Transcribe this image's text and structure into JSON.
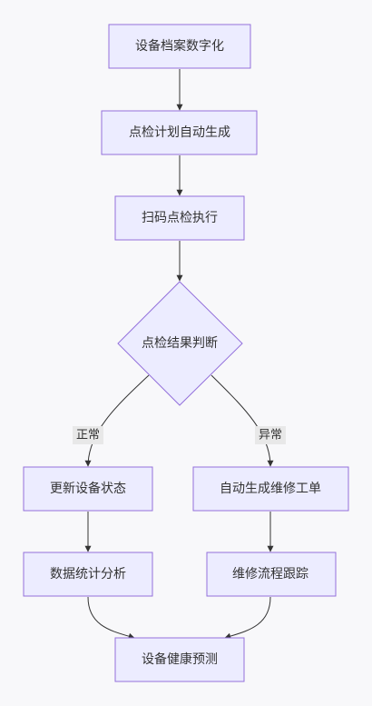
{
  "diagram": {
    "type": "flowchart",
    "nodes": {
      "archive": "设备档案数字化",
      "plan": "点检计划自动生成",
      "scan": "扫码点检执行",
      "judge": "点检结果判断",
      "update": "更新设备状态",
      "workorder": "自动生成维修工单",
      "stats": "数据统计分析",
      "track": "维修流程跟踪",
      "predict": "设备健康预测"
    },
    "edge_labels": {
      "normal": "正常",
      "abnormal": "异常"
    },
    "edges": [
      {
        "from": "archive",
        "to": "plan"
      },
      {
        "from": "plan",
        "to": "scan"
      },
      {
        "from": "scan",
        "to": "judge"
      },
      {
        "from": "judge",
        "to": "update",
        "label": "正常"
      },
      {
        "from": "judge",
        "to": "workorder",
        "label": "异常"
      },
      {
        "from": "update",
        "to": "stats"
      },
      {
        "from": "workorder",
        "to": "track"
      },
      {
        "from": "stats",
        "to": "predict"
      },
      {
        "from": "track",
        "to": "predict"
      }
    ],
    "colors": {
      "node_fill": "#ececff",
      "node_stroke": "#9370db",
      "edge": "#333333",
      "label_bg": "#e8e8e8",
      "background": "#f8f8fa"
    }
  }
}
